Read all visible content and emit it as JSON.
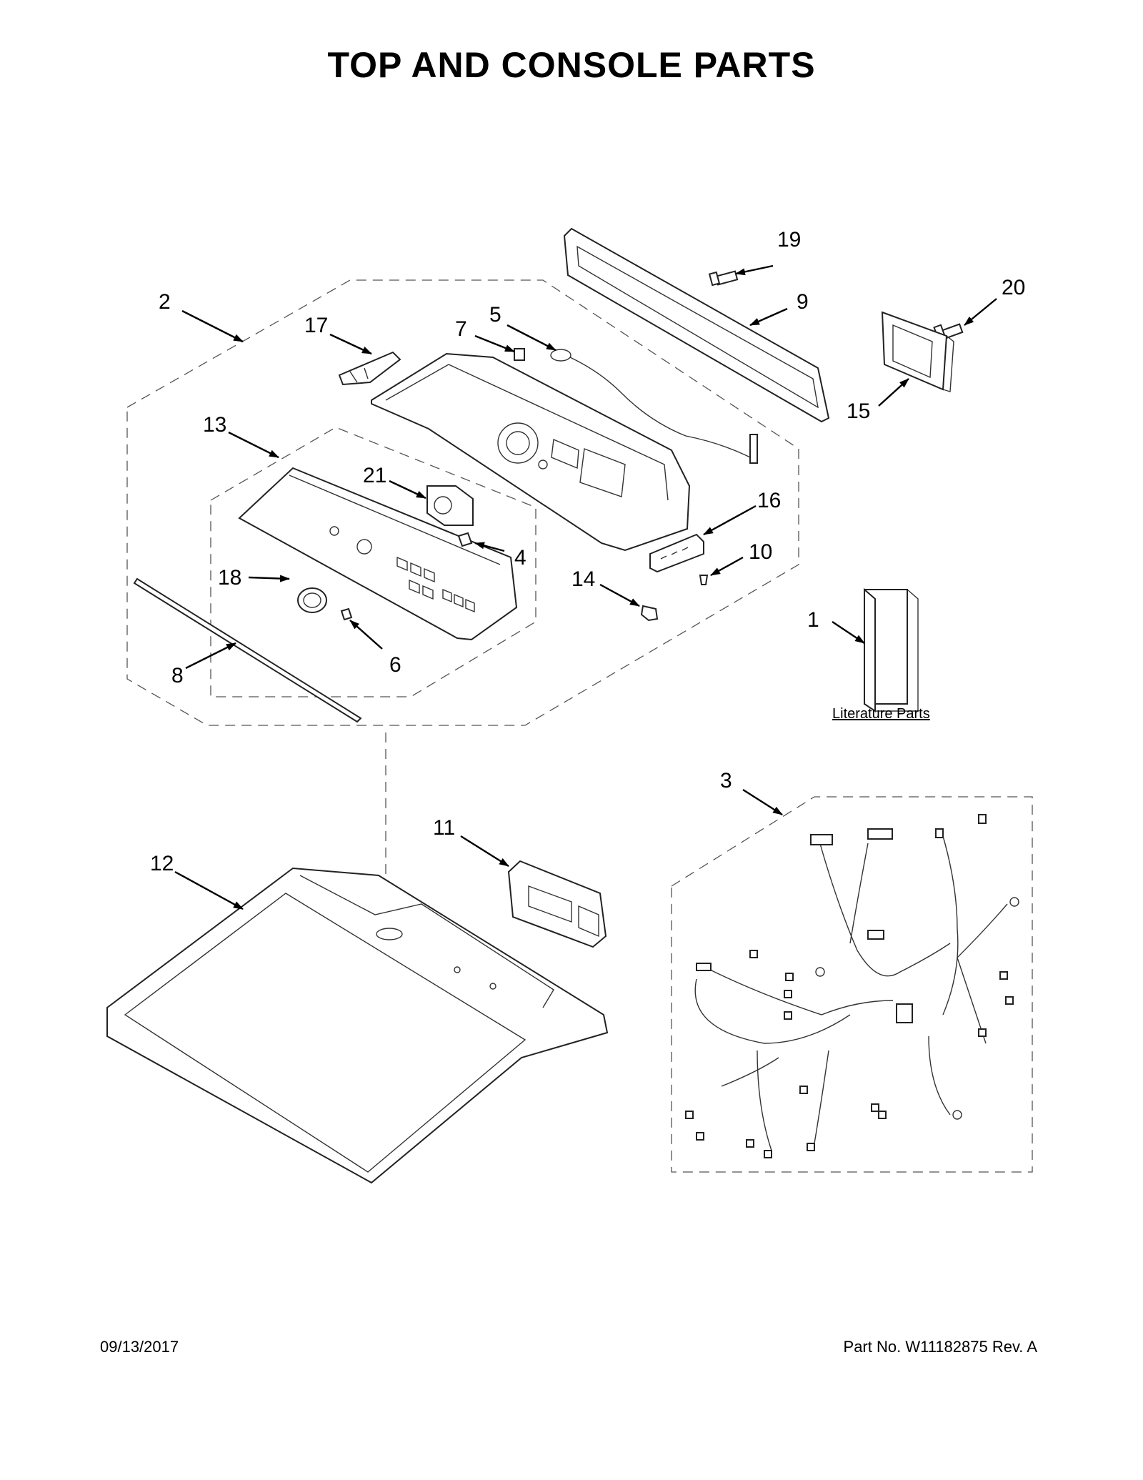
{
  "title": "TOP AND CONSOLE PARTS",
  "callouts": {
    "c1": "1",
    "c2": "2",
    "c3": "3",
    "c4": "4",
    "c5": "5",
    "c6": "6",
    "c7": "7",
    "c8": "8",
    "c9": "9",
    "c10": "10",
    "c11": "11",
    "c12": "12",
    "c13": "13",
    "c14": "14",
    "c15": "15",
    "c16": "16",
    "c17": "17",
    "c18": "18",
    "c19": "19",
    "c20": "20",
    "c21": "21"
  },
  "literature_label": "Literature Parts",
  "footer": {
    "date": "09/13/2017",
    "part_number": "Part No.  W11182875  Rev.  A"
  }
}
